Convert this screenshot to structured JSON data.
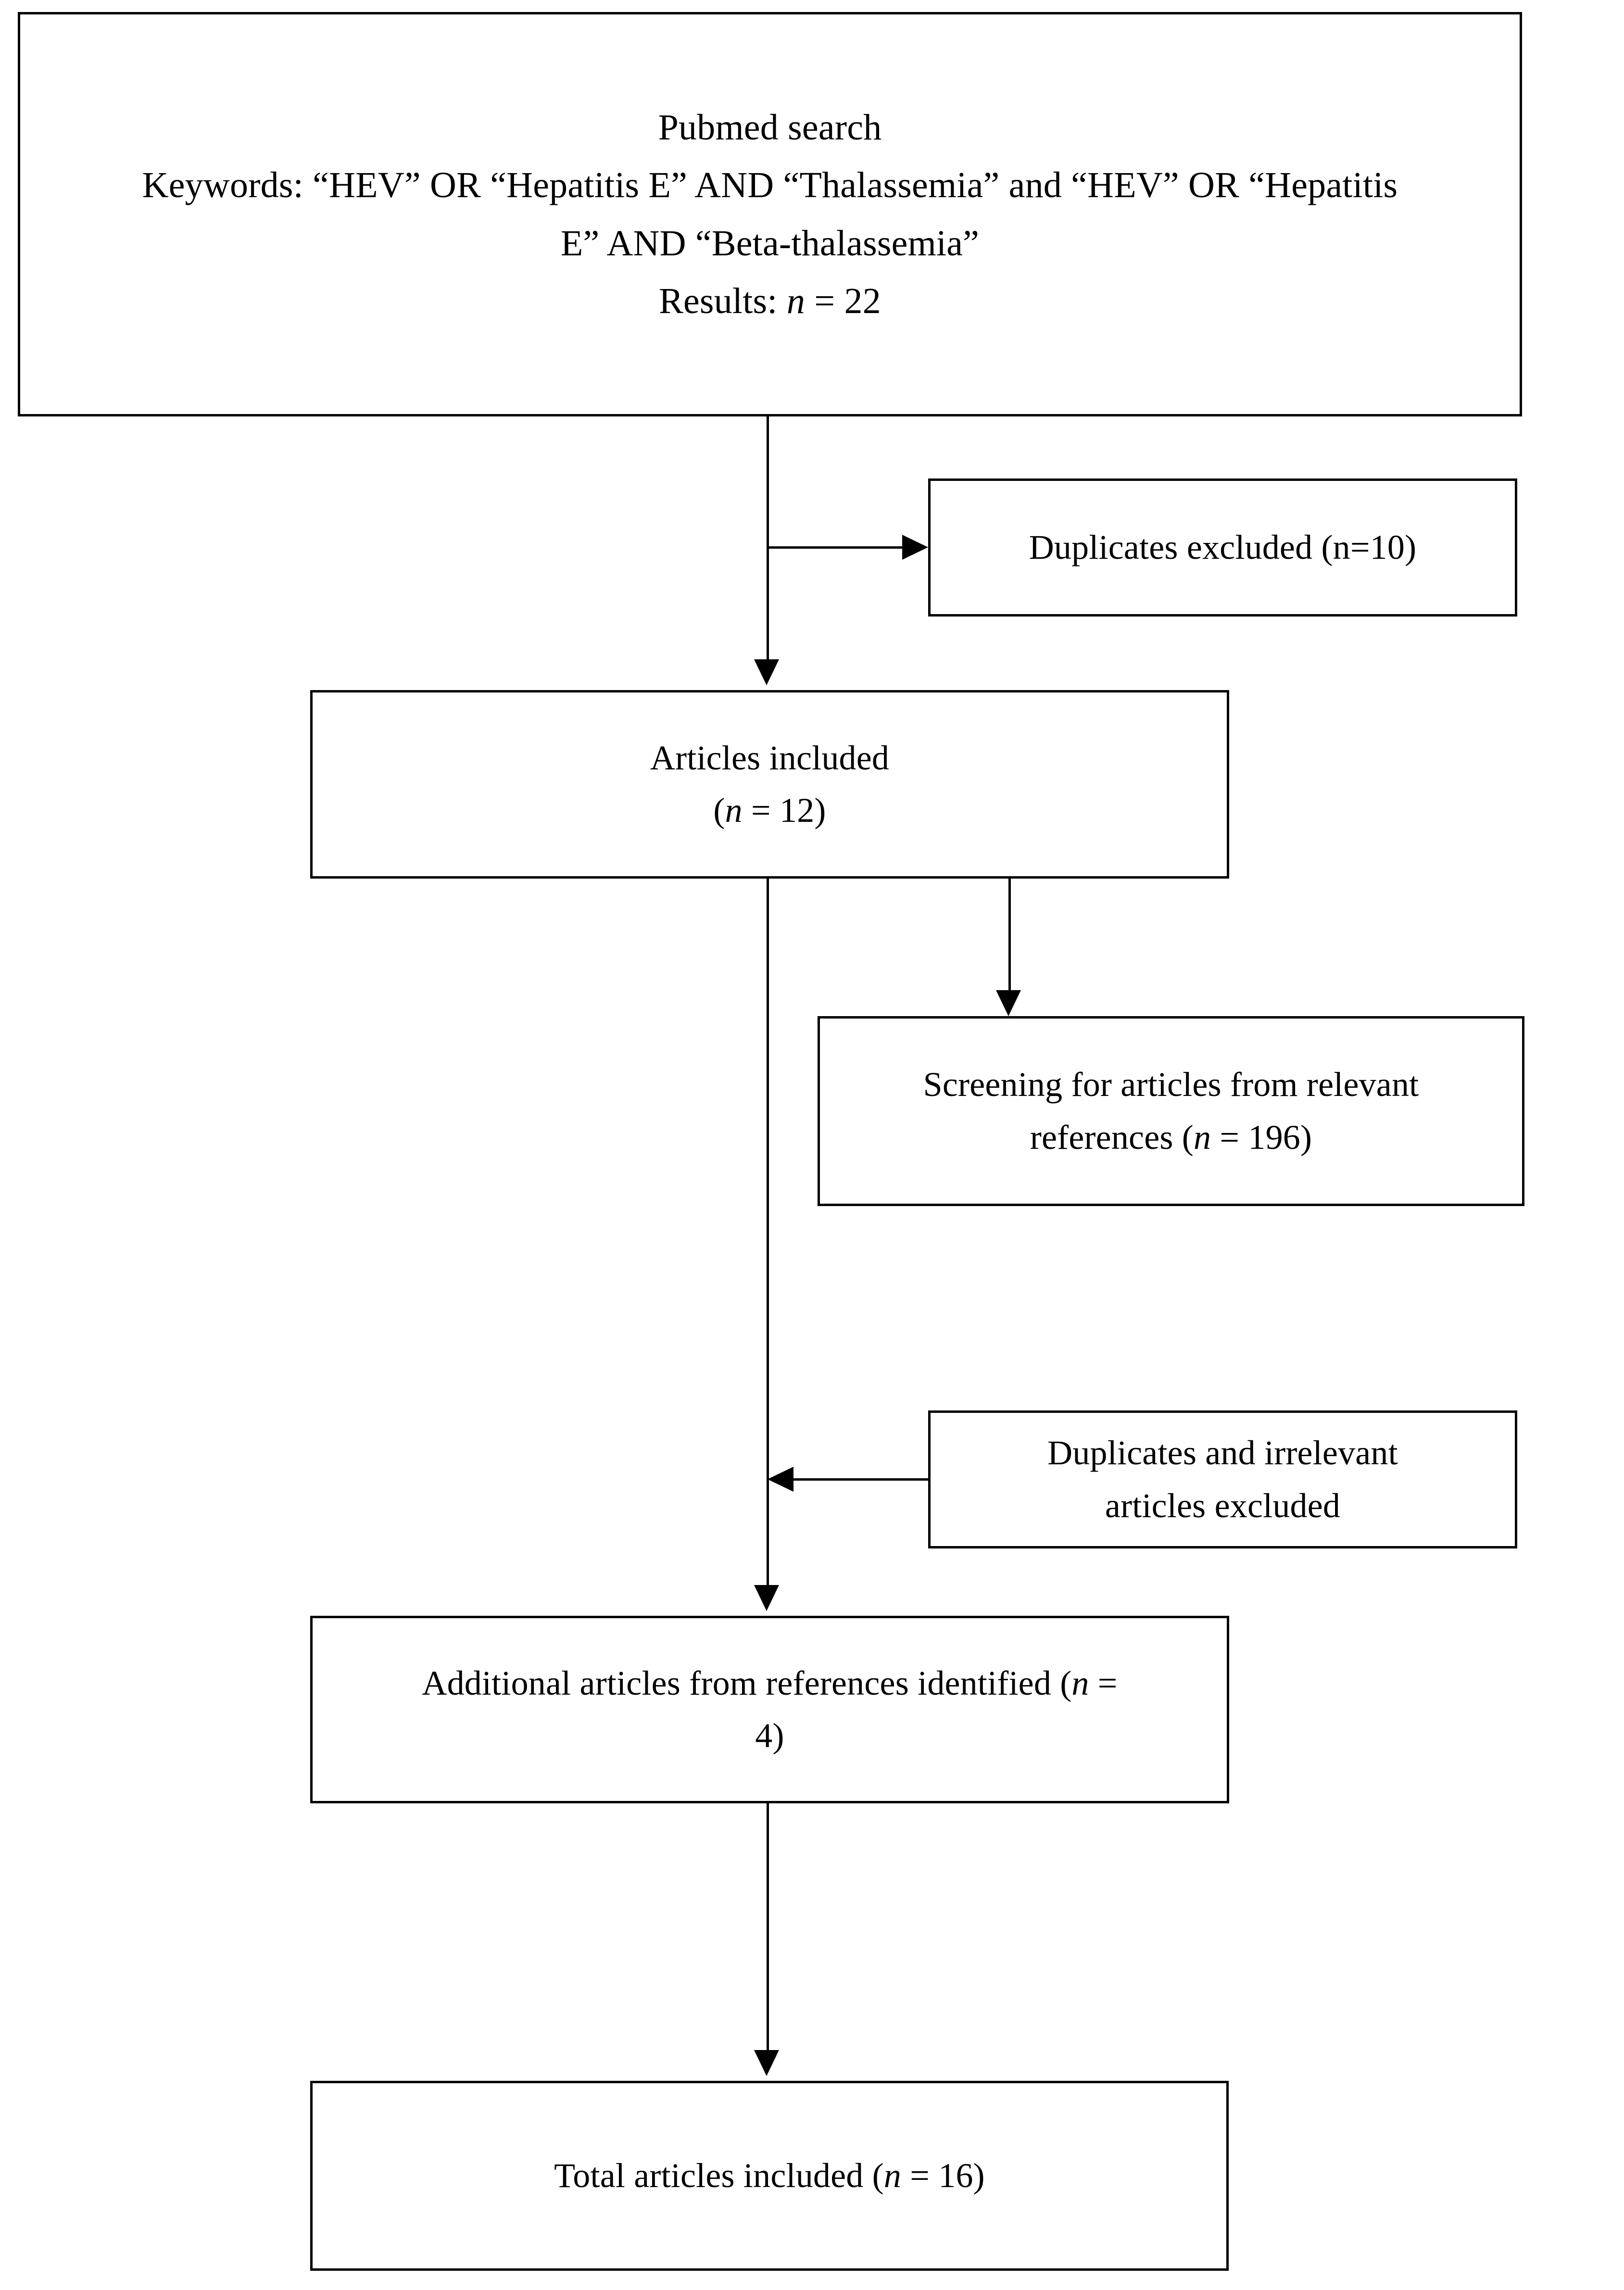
{
  "diagram": {
    "type": "prisma-flow-diagram",
    "title": "Study selection flow diagram",
    "background_color": "#ffffff",
    "line_color": "#000000",
    "text_color": "#000000",
    "nodes": [
      {
        "id": "pubmed-search",
        "name": "pubmed-search-box",
        "line1": "Pubmed search",
        "line2": "Keywords: “HEV” OR “Hepatitis E” AND “Thalassemia” and “HEV” OR “Hepatitis",
        "line3": "E” AND “Beta-thalassemia”",
        "line4_prefix": "Results: ",
        "line4_n": "n",
        "line4_suffix": " = 22",
        "count": 22
      },
      {
        "id": "duplicates-excluded",
        "name": "duplicates-excluded-box",
        "text": "Duplicates excluded (n=10)",
        "count": 10
      },
      {
        "id": "articles-included",
        "name": "articles-included-box",
        "line1": "Articles included",
        "line2_open": "(",
        "line2_n": "n",
        "line2_close": " = 12)",
        "count": 12
      },
      {
        "id": "screening-references",
        "name": "screening-references-box",
        "line1": "Screening for articles from relevant",
        "line2_prefix": "references  (",
        "line2_n": "n",
        "line2_suffix": " = 196)",
        "count": 196
      },
      {
        "id": "duplicates-irrelevant-excluded",
        "name": "duplicates-irrelevant-excluded-box",
        "line1": "Duplicates and irrelevant",
        "line2": "articles excluded"
      },
      {
        "id": "additional-articles",
        "name": "additional-articles-box",
        "line1_prefix": "Additional articles from references  identified (",
        "line1_n": "n",
        "line1_suffix": " =",
        "line2": "4)",
        "count": 4
      },
      {
        "id": "total-articles",
        "name": "total-articles-box",
        "prefix": "Total articles included (",
        "n": "n",
        "suffix": " = 16)",
        "count": 16
      }
    ],
    "edges": [
      {
        "id": "pubmed-to-articles",
        "from": "pubmed-search",
        "to": "articles-included",
        "direction": "down"
      },
      {
        "id": "spine-to-duplicates",
        "from": "pubmed-search",
        "to": "duplicates-excluded",
        "direction": "right"
      },
      {
        "id": "articles-to-screening",
        "from": "articles-included",
        "to": "screening-references",
        "direction": "down"
      },
      {
        "id": "articles-to-additional",
        "from": "articles-included",
        "to": "additional-articles",
        "direction": "down"
      },
      {
        "id": "irrelevant-to-spine",
        "from": "duplicates-irrelevant-excluded",
        "to": "articles-to-additional",
        "direction": "left"
      },
      {
        "id": "additional-to-total",
        "from": "additional-articles",
        "to": "total-articles",
        "direction": "down"
      }
    ]
  }
}
